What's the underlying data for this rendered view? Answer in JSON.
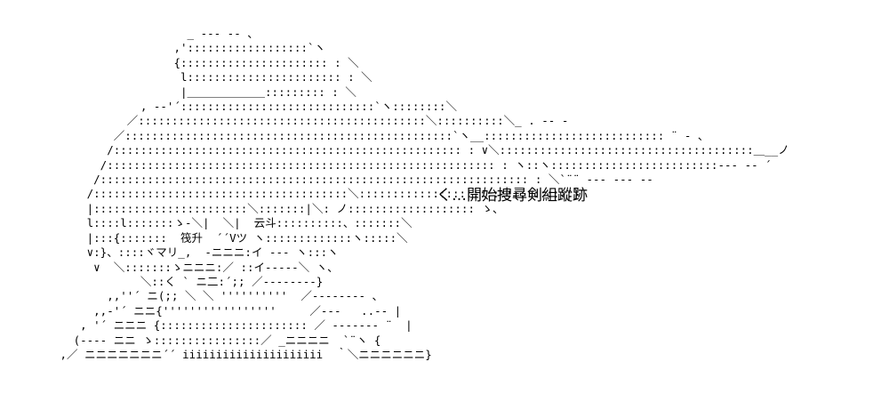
{
  "art": {
    "lines": [
      "                    _ ‐‐‐ ‐‐ 、",
      "                  ,'::::::::::::::::::`ヽ",
      "                  {:::::::::::::::::::::: : ＼",
      "                   l::::::::::::::::::::::: : ＼",
      "                   |＿＿＿＿＿＿＿::::::::: : ＼",
      "             , -‐'´:::::::::::::::::::::::::::::`ヽ::::::::＼",
      "           ／:::::::::::::::::::::::::::::::::::::::::::＼::::::::::＼_ . -‐ -",
      "         ／:::::::::::::::::::::::::::::::::::::::::::::::::`ヽ__::::::::::::::::::::::::::: ¨ ‐ 、",
      "        /:::::::::::::::::::::::::::::::::::::::::::::::::::: : ∨＼::::::::::::::::::::::::::::::::::::::＿__ノ",
      "       /:::::::::::::::::::::::::::::::::::::::::::::::::::::::::: : ヽ::ヽ:::::::::::::::::::::::::‐‐‐ ‐‐ ´",
      "      /:::::::::::::::::::::::::::::::::::::::::::::::::::::::::::::::: : ＼`¨¨ ‐‐‐ ‐‐‐ ‐‐",
      "     /::::::::::::::::::::::::::::::::::::::＼::::::::::::::::::::::::::::::::}",
      "     |:::::::::::::::::::::::＼:::::::|＼: ノ::::::::::::::::::: ゝ、",
      "     l::::l:::::::ゝ‐＼|  ＼|  云斗::::::::::、:::::::＼",
      "     |:::{:::::::  筏升  ´´Vツ ヽ:::::::::::::ヽ:::::＼",
      "     ∨:}、::::ヾマリ_,  ‐ニニニ:イ ‐‐‐ ヽ:::ヽ",
      "      ∨  ＼:::::::ゝニニニ:／ ::イ‐‐‐‐‐＼ ヽ、",
      "             ＼::く ` ニ二:´;; ／‐‐‐‐‐‐‐‐}",
      "        ,,''´ ニ(;; ＼ ＼ ''''''''''  ／‐‐‐‐‐‐‐‐ 、",
      "      ,,-'´ ニニ{'''''''''''''''''     ／‐‐‐   ..‐‐ |",
      "    , '´ ニニニ {:::::::::::::::::::::: ／ ‐‐‐‐‐‐‐ ¨  |",
      "   (‐‐‐‐ ニニ ゝ::::::::::::::::／ _ニニニニ  `¨ヽ {",
      " ,／ ニニニニニニニ´´ iiiiiiiiiiiiiiiiiiiii  ｀＼ニニニニニニ}"
    ]
  },
  "caption": "く…開始捜尋剣組蹤跡"
}
